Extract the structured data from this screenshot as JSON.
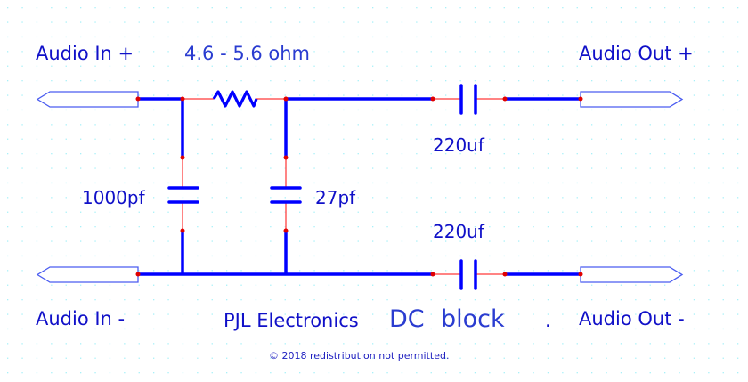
{
  "title": "PJL Electronics DC block",
  "labels": {
    "audio_in_plus": "Audio In +",
    "audio_in_minus": "Audio In -",
    "audio_out_plus": "Audio Out +",
    "audio_out_minus": "Audio Out -",
    "resistor_value": "4.6 -  5.6 ohm",
    "cap_shunt_1": "1000pf",
    "cap_shunt_2": "27pf",
    "cap_series_top": "220uf",
    "cap_series_bottom": "220uf",
    "brand": "PJL Electronics",
    "title_part1": "DC",
    "title_part2": "block",
    "dot": ".",
    "copyright": "© 2018  redistribution not permitted."
  },
  "colors": {
    "wire": "#0000ff",
    "lead": "#ff5a5a",
    "node": "#e00000",
    "connector": "#4a5cf0",
    "grid_dot": "#a8f0f8",
    "text": "#1010c8"
  }
}
